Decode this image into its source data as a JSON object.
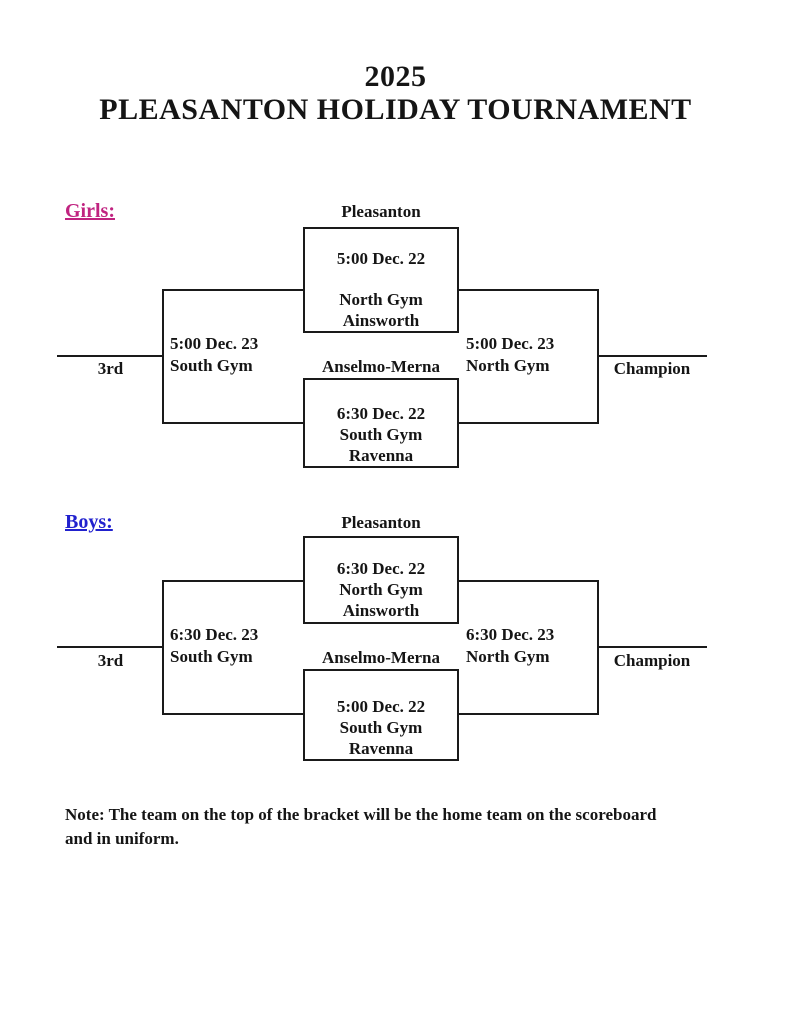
{
  "title": {
    "year": "2025",
    "name": "PLEASANTON HOLIDAY TOURNAMENT"
  },
  "colors": {
    "girls_label": "#C02380",
    "boys_label": "#2121CE",
    "ink": "#1A1A1A"
  },
  "brackets": [
    {
      "label": "Girls:",
      "top_seed": "Pleasanton",
      "bottom_seed": "Anselmo-Merna",
      "semifinal_top": {
        "time": "5:00 Dec. 22",
        "gym": "North Gym",
        "opponent": "Ainsworth"
      },
      "semifinal_bottom": {
        "time": "6:30 Dec. 22",
        "gym": "South Gym",
        "opponent": "Ravenna"
      },
      "third_place_game": {
        "time": "5:00 Dec. 23",
        "gym": "South Gym",
        "label": "3rd"
      },
      "championship_game": {
        "time": "5:00 Dec. 23",
        "gym": "North Gym",
        "label": "Champion"
      }
    },
    {
      "label": "Boys:",
      "top_seed": "Pleasanton",
      "bottom_seed": "Anselmo-Merna",
      "semifinal_top": {
        "time": "6:30 Dec. 22",
        "gym": "North Gym",
        "opponent": "Ainsworth"
      },
      "semifinal_bottom": {
        "time": "5:00 Dec. 22",
        "gym": "South Gym",
        "opponent": "Ravenna"
      },
      "third_place_game": {
        "time": "6:30 Dec. 23",
        "gym": "South Gym",
        "label": "3rd"
      },
      "championship_game": {
        "time": "6:30 Dec. 23",
        "gym": "North Gym",
        "label": "Champion"
      }
    }
  ],
  "note": {
    "line1": "Note: The team on the top of the bracket will be the home team on the scoreboard",
    "line2": "and in uniform."
  }
}
